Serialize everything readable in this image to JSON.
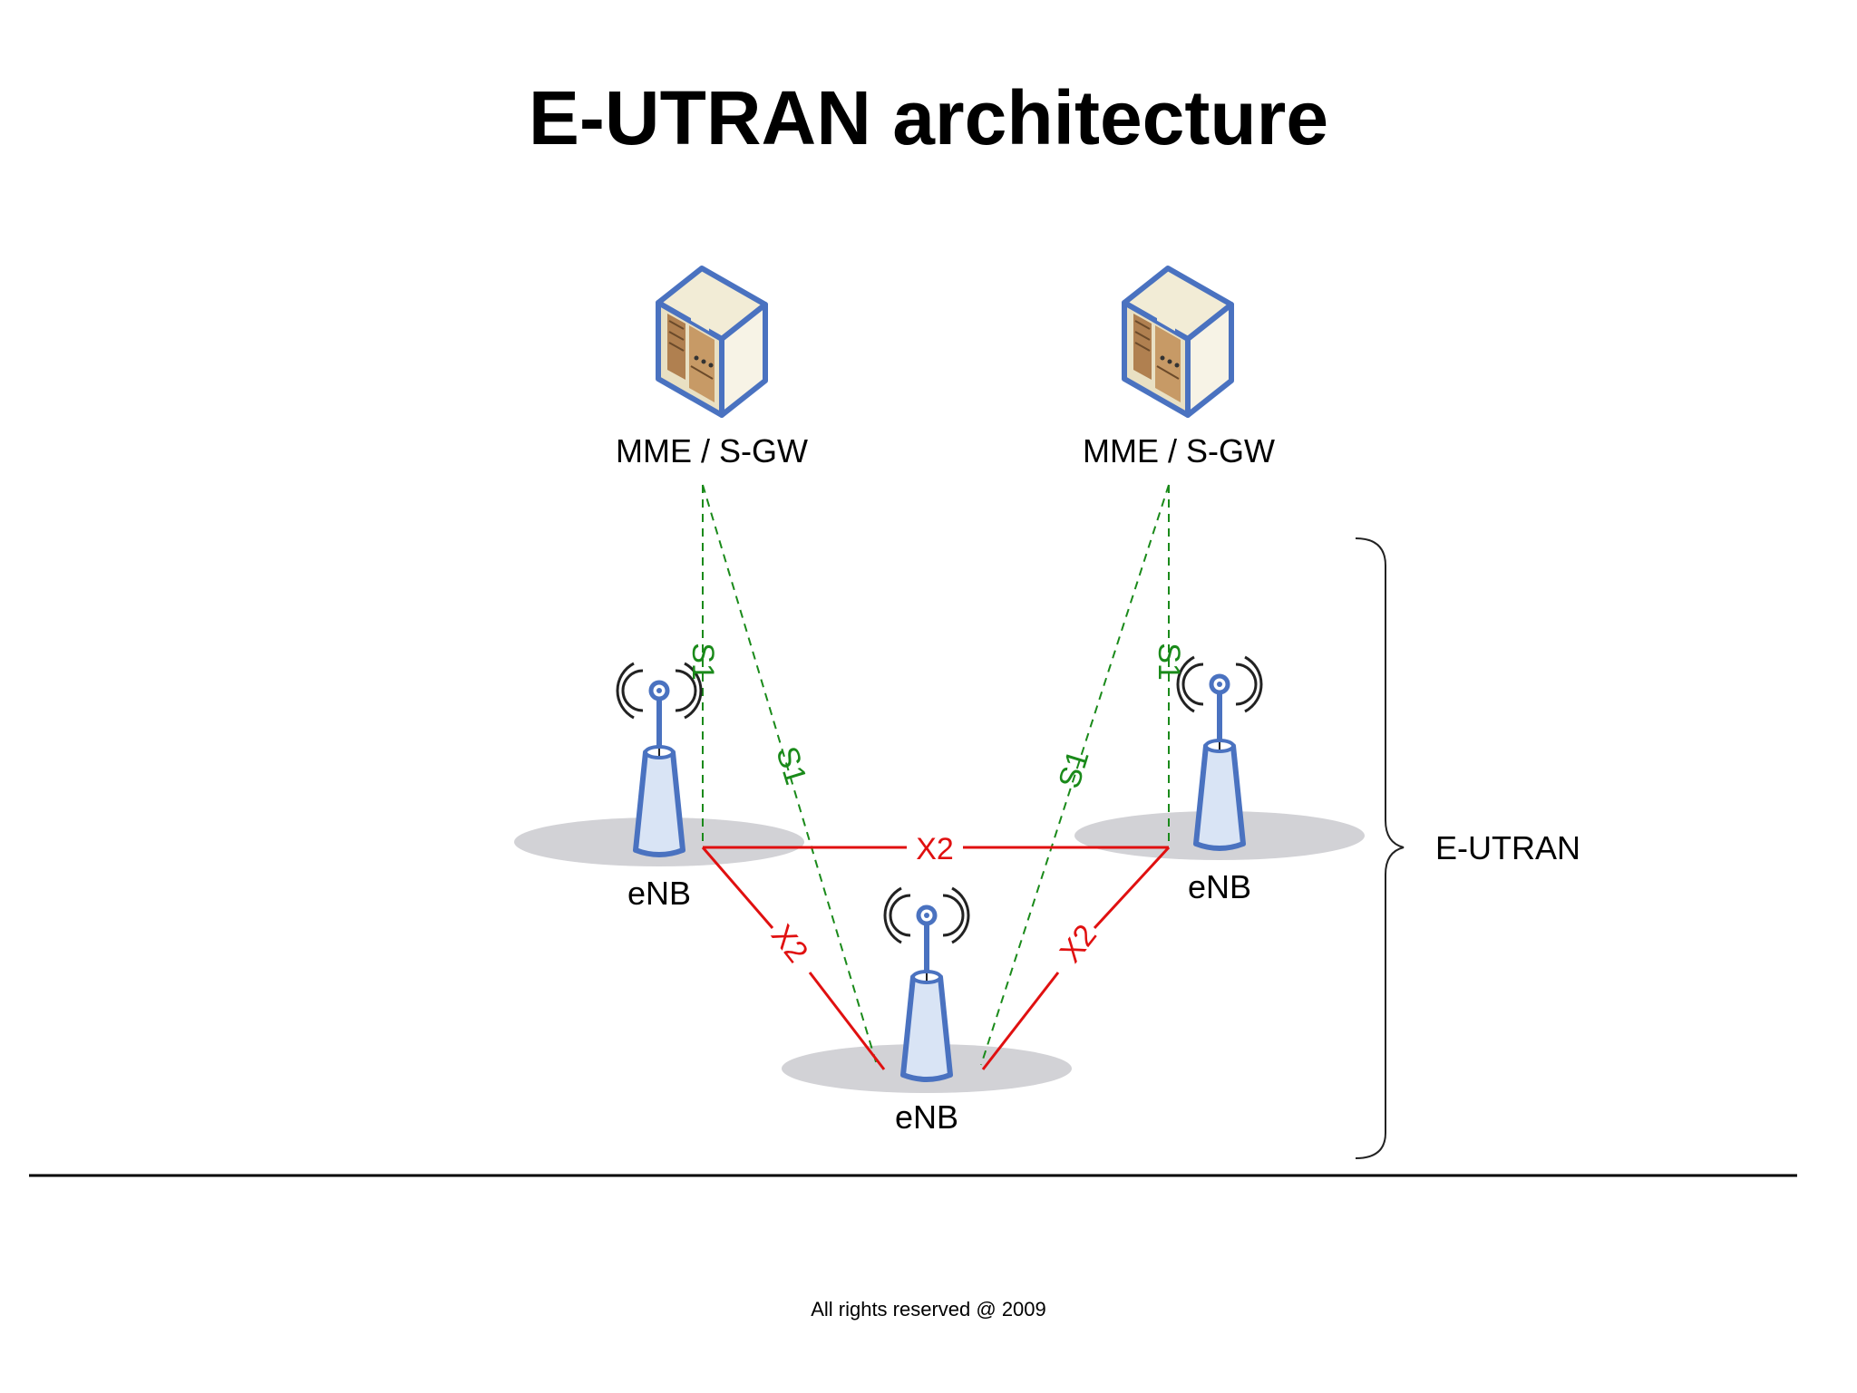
{
  "title": "E-UTRAN architecture",
  "nodes": {
    "core_left": "MME / S-GW",
    "core_right": "MME / S-GW",
    "enb_left": "eNB",
    "enb_right": "eNB",
    "enb_bottom": "eNB"
  },
  "interfaces": {
    "s1": "S1",
    "x2": "X2"
  },
  "region_label": "E-UTRAN",
  "footer": "All rights reserved @ 2009",
  "colors": {
    "s1_link": "#1a8a1a",
    "x2_link": "#e01010",
    "device_outline": "#4a72c0",
    "server_body": "#f0ead2",
    "server_accent": "#b08050",
    "shadow": "#d2d2d6"
  },
  "icons": [
    "server-icon",
    "antenna-icon"
  ]
}
